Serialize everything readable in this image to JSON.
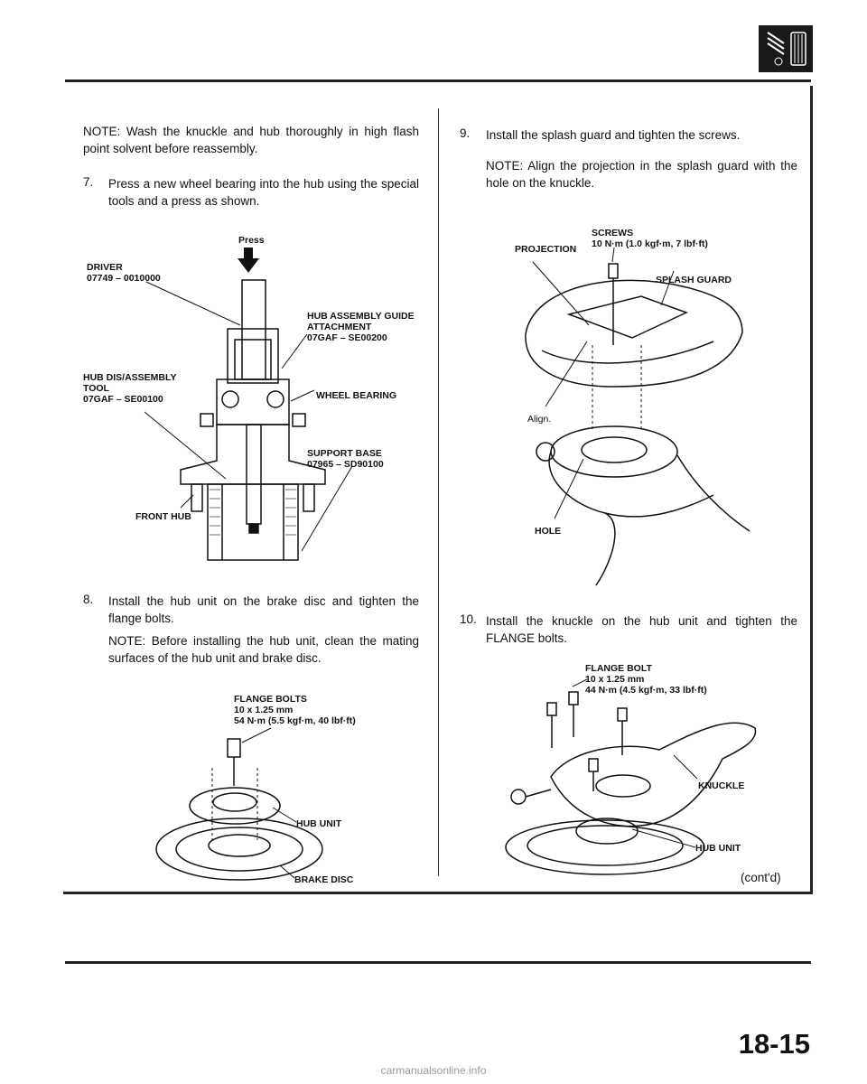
{
  "header": {
    "icon": "suspension-icon"
  },
  "left": {
    "note_top": "NOTE: Wash the knuckle and hub thoroughly in high flash point solvent before reassembly.",
    "step7": {
      "num": "7.",
      "text": "Press a new wheel bearing into the hub using the special tools and a press as shown."
    },
    "fig1": {
      "press": "Press",
      "driver": "DRIVER",
      "driver_pn": "07749 – 0010000",
      "guide": "HUB ASSEMBLY GUIDE",
      "guide2": "ATTACHMENT",
      "guide_pn": "07GAF – SE00200",
      "tool": "HUB DIS/ASSEMBLY",
      "tool2": "TOOL",
      "tool_pn": "07GAF – SE00100",
      "bearing": "WHEEL BEARING",
      "base": "SUPPORT BASE",
      "base_pn": "07965 – SD90100",
      "hub": "FRONT HUB"
    },
    "step8": {
      "num": "8.",
      "text": "Install the hub unit on the brake disc and tighten the flange bolts."
    },
    "note8": "NOTE: Before installing the hub unit, clean the mating surfaces of the hub unit and brake disc.",
    "fig2": {
      "bolts": "FLANGE BOLTS",
      "size": "10 x 1.25 mm",
      "torque": "54 N·m (5.5 kgf·m, 40 lbf·ft)",
      "hub": "HUB UNIT",
      "disc": "BRAKE DISC"
    }
  },
  "right": {
    "step9": {
      "num": "9.",
      "text": "Install the splash guard and tighten the screws."
    },
    "note9": "NOTE: Align the projection in the splash guard with the hole on the knuckle.",
    "fig3": {
      "screws": "SCREWS",
      "torque": "10 N·m (1.0 kgf·m, 7 lbf·ft)",
      "projection": "PROJECTION",
      "guard": "SPLASH GUARD",
      "align": "Align.",
      "hole": "HOLE"
    },
    "step10": {
      "num": "10.",
      "text": "Install the knuckle on the hub unit and tighten the FLANGE bolts."
    },
    "fig4": {
      "bolt": "FLANGE BOLT",
      "size": "10 x 1.25 mm",
      "torque": "44 N·m (4.5 kgf·m, 33 lbf·ft)",
      "knuckle": "KNUCKLE",
      "hub": "HUB UNIT"
    },
    "contd": "(cont'd)"
  },
  "page_number": "18-15",
  "watermark": "carmanualsonline.info"
}
